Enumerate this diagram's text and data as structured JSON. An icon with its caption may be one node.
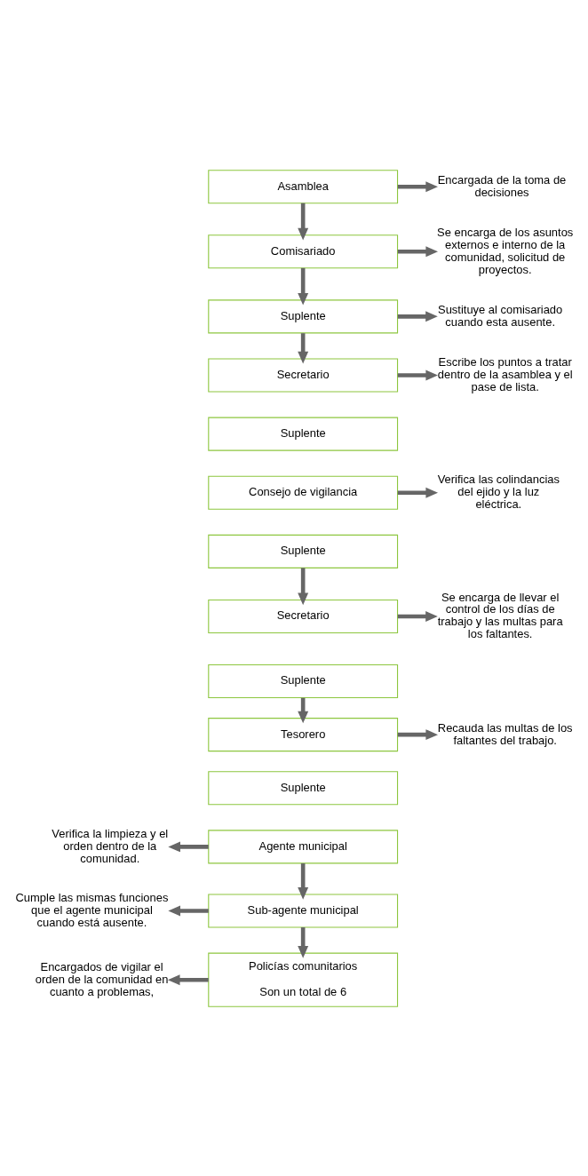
{
  "diagram": {
    "nodes": [
      {
        "text": [
          "Asamblea"
        ]
      },
      {
        "text": [
          "Encargada de la toma de decisiones"
        ]
      },
      {
        "text": [
          "Comisariado"
        ]
      },
      {
        "text": [
          "Se encarga de los asuntos externos e interno de la comunidad, solicitud de proyectos."
        ]
      },
      {
        "text": [
          "Suplente"
        ]
      },
      {
        "text": [
          "Sustituye al comisariado cuando esta ausente."
        ]
      },
      {
        "text": [
          "Secretario"
        ]
      },
      {
        "text": [
          "Suplente"
        ]
      },
      {
        "text": [
          "Escribe los puntos a tratar dentro de la asamblea y el pase de lista."
        ]
      },
      {
        "text": [
          "Consejo de vigilancia"
        ]
      },
      {
        "text": [
          "Suplente"
        ]
      },
      {
        "text": [
          "Verifica las colindancias del ejido y la luz eléctrica."
        ]
      },
      {
        "text": [
          "Secretario"
        ]
      },
      {
        "text": [
          "Suplente"
        ]
      },
      {
        "text": [
          "Se encarga de llevar el control de los días de trabajo y las multas para los faltantes."
        ]
      },
      {
        "text": [
          "Tesorero"
        ]
      },
      {
        "text": [
          "Suplente"
        ]
      },
      {
        "text": [
          "Recauda las multas de los faltantes del trabajo."
        ]
      },
      {
        "text": [
          "Agente municipal"
        ]
      },
      {
        "text": [
          "Verifica la limpieza y el orden dentro de la comunidad."
        ]
      },
      {
        "text": [
          "Sub-agente municipal"
        ]
      },
      {
        "text": [
          "Cumple las mismas funciones que el agente municipal cuando está ausente."
        ]
      },
      {
        "text": [
          "Policías comunitarios",
          "Son un total de 6"
        ]
      },
      {
        "text": [
          "Encargados de vigilar el orden de la comunidad en cuanto a problemas,"
        ]
      }
    ],
    "edges": [
      {
        "from": 0,
        "to": 1,
        "arrow": "to"
      },
      {
        "from": 0,
        "to": 2,
        "arrow": "to"
      },
      {
        "from": 2,
        "to": 3,
        "arrow": "to"
      },
      {
        "from": 2,
        "to": 4,
        "arrow": "to"
      },
      {
        "from": 4,
        "to": 5,
        "arrow": "to"
      },
      {
        "from": 4,
        "to": 6,
        "arrow": "to"
      },
      {
        "from": 6,
        "to": 8,
        "arrow": "to"
      },
      {
        "from": 9,
        "to": 11,
        "arrow": "to"
      },
      {
        "from": 10,
        "to": 12,
        "arrow": "to"
      },
      {
        "from": 12,
        "to": 14,
        "arrow": "to"
      },
      {
        "from": 13,
        "to": 15,
        "arrow": "to"
      },
      {
        "from": 15,
        "to": 17,
        "arrow": "to"
      },
      {
        "from": 18,
        "to": 19,
        "arrow": "to"
      },
      {
        "from": 18,
        "to": 20,
        "arrow": "to"
      },
      {
        "from": 20,
        "to": 21,
        "arrow": "to"
      },
      {
        "from": 20,
        "to": 22,
        "arrow": "to"
      },
      {
        "from": 22,
        "to": 23,
        "arrow": "to"
      }
    ]
  }
}
